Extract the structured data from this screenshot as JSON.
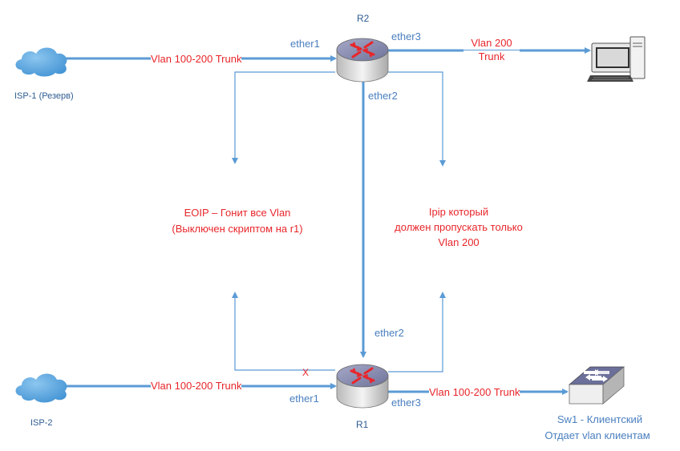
{
  "colors": {
    "link": "#5b9bd5",
    "text_red": "#e8262b",
    "text_blue": "#4a7fbf",
    "cloud": "#5ba3dd"
  },
  "nodes": {
    "isp1": {
      "label": "ISP-1 (Резерв)",
      "icon": "cloud-icon"
    },
    "isp2": {
      "label": "ISP-2",
      "icon": "cloud-icon"
    },
    "r2": {
      "label": "R2",
      "icon": "router-icon"
    },
    "r1": {
      "label": "R1",
      "icon": "router-icon"
    },
    "pc": {
      "icon": "computer-icon"
    },
    "sw1": {
      "line1": "Sw1 - Клиентский",
      "line2": "Отдает vlan клиентам",
      "icon": "switch-icon"
    }
  },
  "links": {
    "isp1_r2": "Vlan 100-200 Trunk",
    "isp2_r1": "Vlan 100-200 Trunk",
    "r2_pc_line1": "Vlan 200",
    "r2_pc_line2": "Trunk",
    "r1_sw1": "Vlan 100-200 Trunk",
    "disabled_mark": "X"
  },
  "ports": {
    "r2_ether1": "ether1",
    "r2_ether3": "ether3",
    "r2_ether2": "ether2",
    "r1_ether2": "ether2",
    "r1_ether1": "ether1",
    "r1_ether3": "ether3"
  },
  "tunnels": {
    "eoip_line1": "EOIP – Гонит все Vlan",
    "eoip_line2": "(Выключен скриптом на r1)",
    "ipip_line1": "Ipip который",
    "ipip_line2": "должен пропускать только",
    "ipip_line3": "Vlan 200"
  }
}
